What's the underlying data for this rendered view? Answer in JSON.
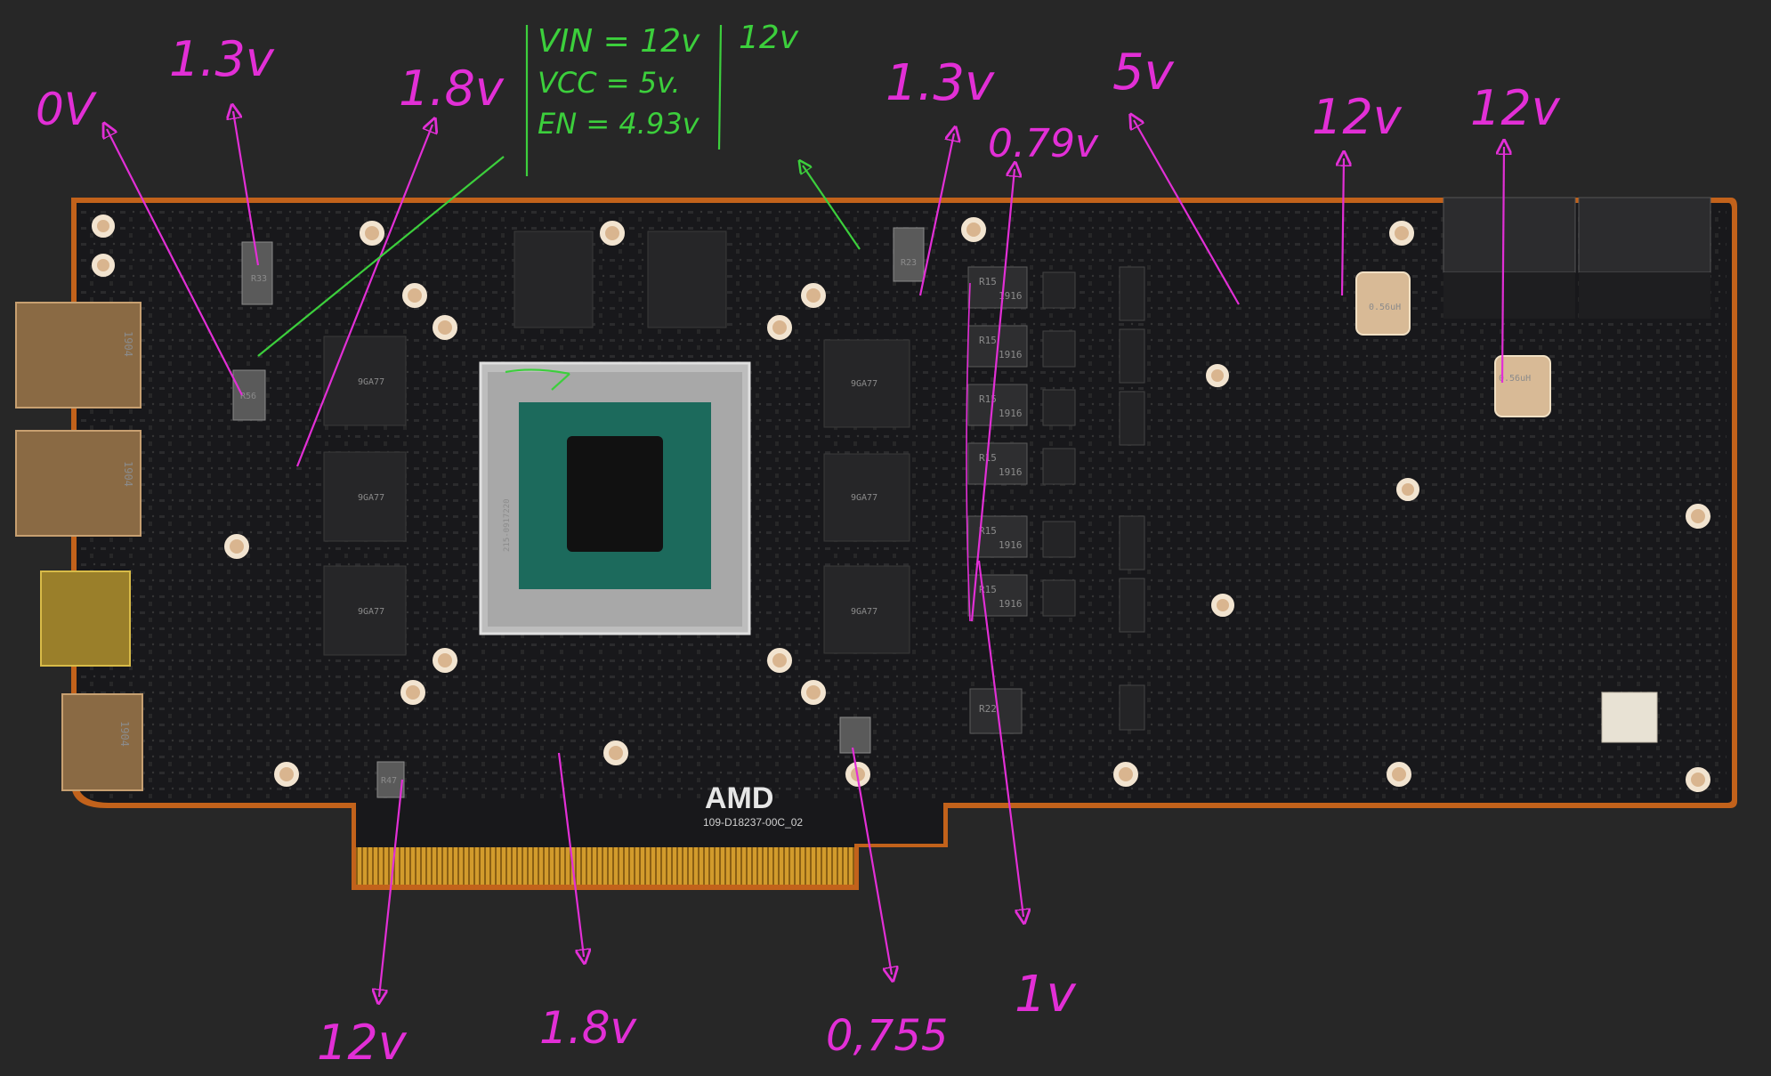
{
  "annotations": {
    "v_0": "0V",
    "v_1_3_left": "1.3v",
    "v_1_8_top": "1.8v",
    "controller_vin": "VIN = 12v",
    "controller_vcc": "VCC = 5v.",
    "controller_en": "EN = 4.93v",
    "v_12_top": "12v",
    "v_1_3_mid": "1.3v",
    "v_0_79": "0.79v",
    "v_5": "5v",
    "v_12_right_a": "12v",
    "v_12_right_b": "12v",
    "v_12_bottom": "12v",
    "v_1_8_bottom": "1.8v",
    "v_0_755": "0,755",
    "v_1": "1v"
  },
  "board": {
    "brand": "AMD",
    "part_number": "109-D18237-00C_02",
    "gpu_marking": "215-0917220",
    "display_port_1": "1904",
    "display_port_2": "1904",
    "display_port_3": "1904",
    "inductor_r33": "R33",
    "inductor_r23": "R23",
    "inductor_r56": "R56",
    "inductor_r47": "R47",
    "inductor_r22": "R22",
    "choke_1": "R15",
    "choke_2": "R15",
    "choke_3": "R15",
    "choke_4": "R15",
    "choke_5": "R15",
    "choke_6": "R15",
    "choke_code": "1916",
    "big_inductor_1": "0.56uH",
    "big_inductor_2": "0.56uH",
    "memory_code": "9GA77"
  },
  "colors": {
    "background": "#272727",
    "pcb": "#18181b",
    "annotation_magenta": "#e22fd6",
    "annotation_green": "#3ccf3c",
    "gold_finger": "#d29b2c"
  }
}
